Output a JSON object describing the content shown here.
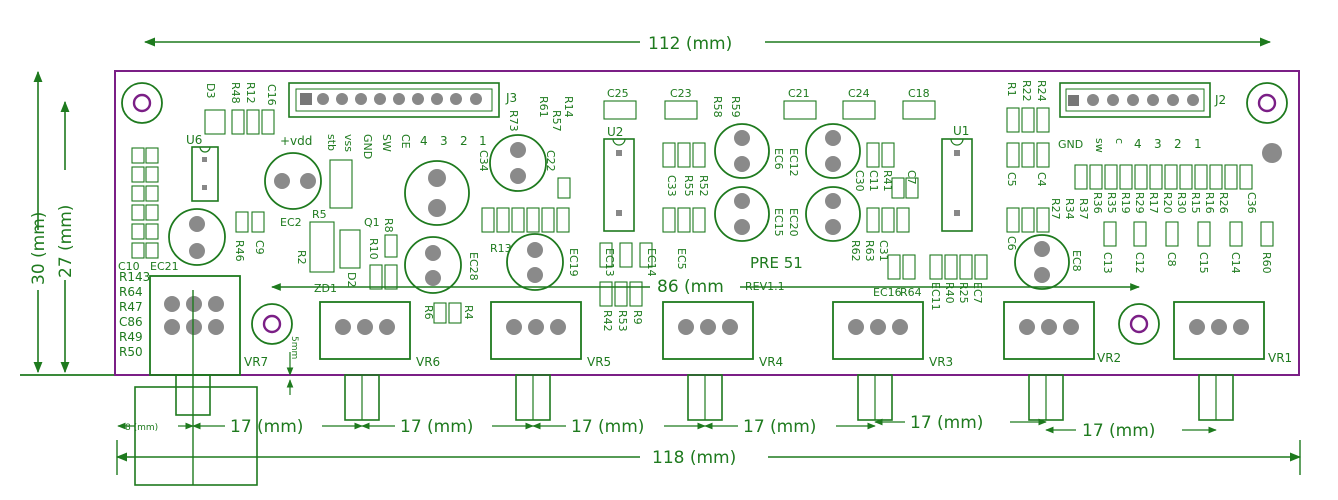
{
  "dimensions": {
    "top_width": "112 (mm)",
    "bottom_width": "118 (mm)",
    "height_outer": "30 (mm)",
    "height_inner": "27 (mm)",
    "pot_span": "86 (mm",
    "pot_pitch": "17 (mm)",
    "left_offset": "8 (mm)",
    "small_gap": "5mm"
  },
  "board": {
    "name": "PRE 51",
    "revision": "REV1.1",
    "connectors": {
      "j3": "J3",
      "j2": "J2"
    },
    "j3_pins": [
      "+vdd",
      "stb",
      "vss",
      "GND",
      "SW",
      "CE",
      "4",
      "3",
      "2",
      "1"
    ],
    "j2_pins": [
      "GND",
      "sw",
      "c",
      "4",
      "3",
      "2",
      "1"
    ],
    "chips": [
      "U6",
      "U2",
      "U1"
    ],
    "potentiometers": [
      "VR7",
      "VR6",
      "VR5",
      "VR4",
      "VR3",
      "VR2",
      "VR1"
    ],
    "left_column_labels": [
      "R143",
      "R64",
      "R47",
      "C86",
      "R49",
      "R50"
    ],
    "capacitors_electrolytic": [
      "EC21",
      "EC2",
      "EC28",
      "EC19",
      "EC6",
      "EC12",
      "EC15",
      "EC20",
      "EC8"
    ],
    "top_caps": [
      "C16",
      "C25",
      "C23",
      "C21",
      "C24",
      "C18"
    ],
    "other_labels": [
      "D3",
      "R48",
      "R12",
      "R5",
      "Q1",
      "R8",
      "R10",
      "ZD1",
      "R2",
      "D2",
      "C10",
      "R46",
      "C9",
      "C34",
      "C22",
      "R13",
      "EC13",
      "EC14",
      "EC5",
      "R42",
      "R53",
      "R9",
      "R6",
      "R4",
      "R52",
      "R55",
      "C33",
      "R62",
      "R63",
      "C31",
      "C30",
      "C11",
      "C7",
      "R41",
      "EC16",
      "R64",
      "EC11",
      "R40",
      "R25",
      "EC7",
      "R1",
      "R22",
      "R24",
      "C5",
      "C4",
      "R27",
      "R34",
      "C6",
      "R37",
      "R36",
      "R35",
      "R19",
      "R29",
      "R17",
      "R20",
      "R30",
      "R15",
      "R16",
      "R26",
      "C36",
      "C13",
      "C12",
      "C8",
      "C15",
      "C14",
      "R60",
      "R61",
      "R14",
      "R73",
      "R59",
      "R58",
      "R57"
    ]
  }
}
